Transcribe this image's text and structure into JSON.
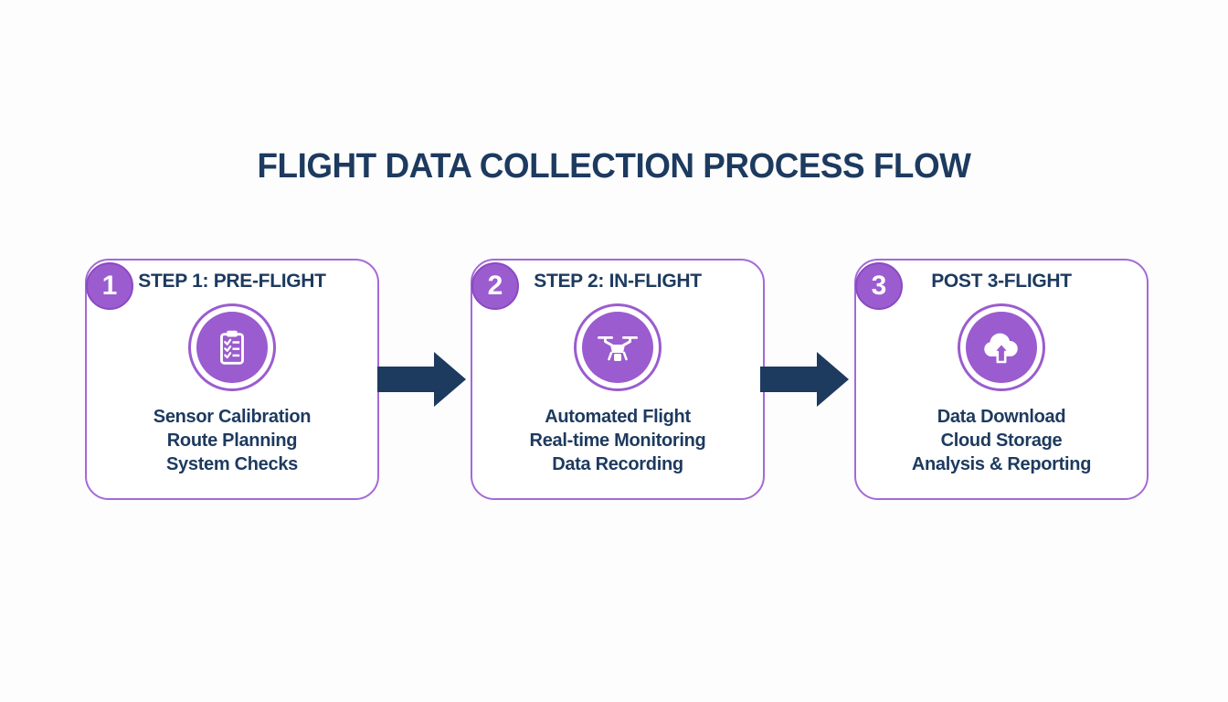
{
  "title": {
    "text": "FLIGHT DATA COLLECTION PROCESS FLOW"
  },
  "colors": {
    "navy": "#1d3a5f",
    "purple": "#9b5ccf",
    "purple_border": "#a569d6",
    "badge_rim": "#8a4ac2",
    "background": "#fdfdfe",
    "card_background": "#ffffff",
    "icon_glyph": "#ffffff"
  },
  "steps": [
    {
      "number": "1",
      "header": "STEP 1: PRE-FLIGHT",
      "icon": "clipboard-checklist-icon",
      "items": [
        "Sensor Calibration",
        "Route Planning",
        "System Checks"
      ]
    },
    {
      "number": "2",
      "header": "STEP 2: IN-FLIGHT",
      "icon": "drone-icon",
      "items": [
        "Automated Flight",
        "Real-time Monitoring",
        "Data Recording"
      ]
    },
    {
      "number": "3",
      "header": "POST 3-FLIGHT",
      "icon": "cloud-upload-icon",
      "items": [
        "Data Download",
        "Cloud Storage",
        "Analysis & Reporting"
      ]
    }
  ],
  "arrows": [
    {
      "name": "flow-arrow-1",
      "direction": "right"
    },
    {
      "name": "flow-arrow-2",
      "direction": "right"
    }
  ]
}
